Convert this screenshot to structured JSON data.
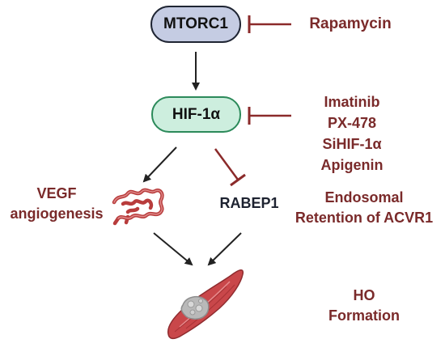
{
  "nodes": {
    "mtorc1": "MTORC1",
    "hif1a": "HIF-1α"
  },
  "inhibitors": {
    "mtorc1": [
      "Rapamycin"
    ],
    "hif1a": [
      "Imatinib",
      "PX-478",
      "SiHIF-1α",
      "Apigenin"
    ]
  },
  "outcomes": {
    "vegf": [
      "VEGF",
      "angiogenesis"
    ],
    "rabep1": "RABEP1",
    "endosomal": [
      "Endosomal",
      "Retention of ACVR1"
    ],
    "ho": [
      "HO",
      "Formation"
    ]
  },
  "colors": {
    "inhibition": "#8b2a2a",
    "activation": "#222222",
    "inhibitor_text": "#7a2a2a",
    "mtorc1_fill": "#c5cce3",
    "hif1a_fill": "#cdeede",
    "hif1a_border": "#2c8a5a",
    "muscle": "#c9474a",
    "vessel": "#b83c3c"
  },
  "icons": {
    "vessel": "blood-vessel-icon",
    "muscle": "muscle-tissue-icon"
  }
}
